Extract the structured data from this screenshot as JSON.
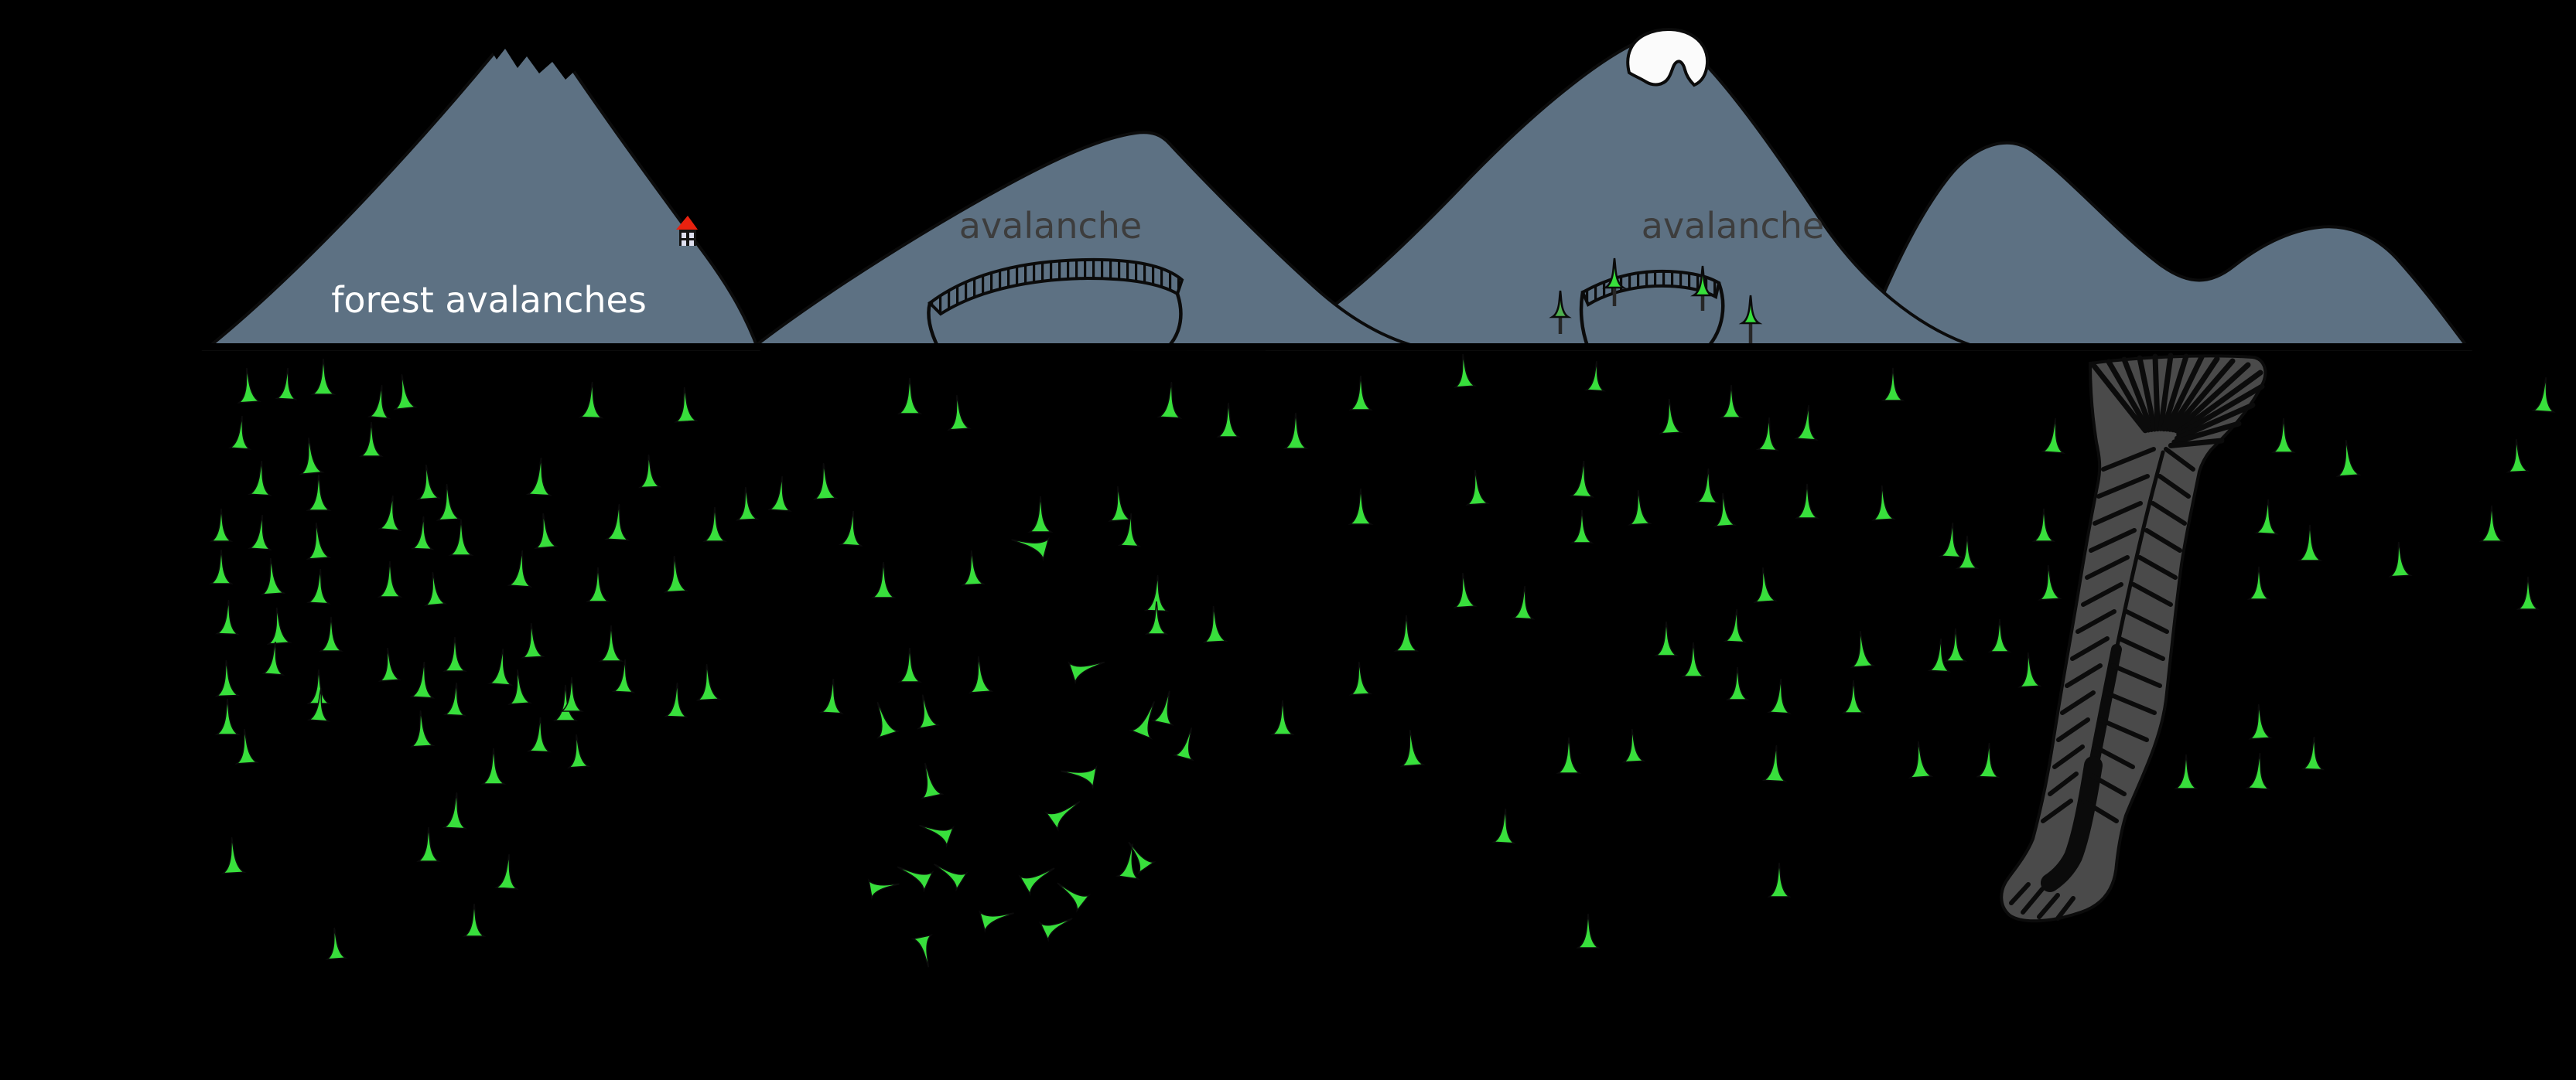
{
  "labels": {
    "forest_avalanches": "forest avalanches",
    "avalanche_left": "avalanche",
    "avalanche_right": "avalanche"
  },
  "colors": {
    "background": "#000000",
    "mountain": "#5d7183",
    "outline": "#0b0b0b",
    "snow": "#fbfbfb",
    "tree": "#38df3c",
    "tree_muted": "#4fb04f",
    "trunk": "#262626",
    "path_fill": "#4a4a4a",
    "label_dark": "#3d3d3d",
    "label_light": "#ffffff",
    "house_roof": "#e8220f",
    "house_body": "#151515",
    "house_window": "#dfe0f0"
  },
  "icons": {
    "tree": "conifer-triangle-icon",
    "fallen_tree": "toppled-conifer-icon",
    "house": "mountain-hut-icon",
    "crown_fracture": "avalanche-crown-icon",
    "avalanche_track": "avalanche-path-icon"
  },
  "forest": {
    "trees": [
      [
        322,
        520,
        44,
        -4
      ],
      [
        370,
        516,
        40,
        3
      ],
      [
        418,
        510,
        46,
        0
      ],
      [
        490,
        540,
        42,
        5
      ],
      [
        524,
        528,
        44,
        -6
      ],
      [
        764,
        540,
        46,
        2
      ],
      [
        887,
        545,
        44,
        -3
      ],
      [
        310,
        580,
        42,
        4
      ],
      [
        480,
        590,
        44,
        0
      ],
      [
        403,
        612,
        46,
        -5
      ],
      [
        336,
        640,
        44,
        3
      ],
      [
        412,
        660,
        46,
        0
      ],
      [
        554,
        645,
        44,
        -4
      ],
      [
        697,
        640,
        48,
        3
      ],
      [
        840,
        630,
        42,
        -2
      ],
      [
        504,
        685,
        44,
        5
      ],
      [
        580,
        672,
        46,
        -3
      ],
      [
        286,
        700,
        42,
        0
      ],
      [
        336,
        710,
        44,
        4
      ],
      [
        412,
        722,
        46,
        -4
      ],
      [
        546,
        710,
        42,
        2
      ],
      [
        596,
        718,
        46,
        0
      ],
      [
        706,
        708,
        44,
        -5
      ],
      [
        798,
        698,
        46,
        3
      ],
      [
        924,
        700,
        44,
        0
      ],
      [
        966,
        672,
        42,
        -3
      ],
      [
        1008,
        660,
        44,
        4
      ],
      [
        286,
        755,
        44,
        0
      ],
      [
        353,
        768,
        46,
        -4
      ],
      [
        412,
        780,
        44,
        3
      ],
      [
        504,
        772,
        46,
        0
      ],
      [
        563,
        782,
        42,
        -5
      ],
      [
        672,
        758,
        46,
        4
      ],
      [
        773,
        778,
        44,
        0
      ],
      [
        874,
        765,
        46,
        -3
      ],
      [
        294,
        820,
        44,
        2
      ],
      [
        361,
        832,
        46,
        -4
      ],
      [
        428,
        842,
        44,
        0
      ],
      [
        353,
        872,
        42,
        4
      ],
      [
        294,
        900,
        46,
        -2
      ],
      [
        412,
        910,
        44,
        0
      ],
      [
        546,
        902,
        46,
        3
      ],
      [
        504,
        880,
        42,
        -4
      ],
      [
        588,
        868,
        44,
        0
      ],
      [
        647,
        885,
        46,
        4
      ],
      [
        689,
        850,
        44,
        -3
      ],
      [
        790,
        855,
        46,
        0
      ],
      [
        806,
        895,
        42,
        3
      ],
      [
        672,
        910,
        44,
        -4
      ],
      [
        731,
        932,
        46,
        0
      ],
      [
        874,
        927,
        44,
        2
      ],
      [
        916,
        905,
        46,
        -3
      ],
      [
        412,
        932,
        42,
        4
      ],
      [
        294,
        950,
        46,
        0
      ],
      [
        319,
        987,
        44,
        -4
      ],
      [
        588,
        925,
        42,
        3
      ],
      [
        739,
        920,
        44,
        0
      ],
      [
        546,
        965,
        46,
        -3
      ],
      [
        697,
        972,
        44,
        2
      ],
      [
        638,
        1014,
        46,
        0
      ],
      [
        748,
        992,
        42,
        -4
      ],
      [
        588,
        1071,
        46,
        3
      ],
      [
        554,
        1114,
        44,
        0
      ],
      [
        302,
        1129,
        46,
        -3
      ],
      [
        655,
        1149,
        44,
        4
      ],
      [
        613,
        1211,
        42,
        0
      ],
      [
        435,
        1240,
        40,
        -4
      ],
      [
        1176,
        535,
        46,
        0
      ],
      [
        1240,
        555,
        44,
        -4
      ],
      [
        1512,
        540,
        46,
        3
      ],
      [
        1588,
        565,
        44,
        0
      ],
      [
        1067,
        645,
        46,
        -3
      ],
      [
        1100,
        705,
        44,
        4
      ],
      [
        1345,
        688,
        46,
        0
      ],
      [
        1448,
        673,
        44,
        -4
      ],
      [
        1460,
        706,
        42,
        3
      ],
      [
        1142,
        773,
        46,
        0
      ],
      [
        1258,
        756,
        44,
        -3
      ],
      [
        1495,
        790,
        46,
        2
      ],
      [
        1176,
        882,
        44,
        0
      ],
      [
        1268,
        895,
        46,
        -4
      ],
      [
        1075,
        922,
        44,
        3
      ],
      [
        1495,
        820,
        42,
        0
      ],
      [
        1571,
        830,
        46,
        -3
      ],
      [
        1352,
        710,
        46,
        -75
      ],
      [
        1386,
        870,
        44,
        72
      ],
      [
        1148,
        950,
        44,
        -18
      ],
      [
        1200,
        940,
        42,
        -10
      ],
      [
        1475,
        950,
        46,
        22
      ],
      [
        1503,
        935,
        42,
        12
      ],
      [
        1530,
        980,
        40,
        15
      ],
      [
        1205,
        1030,
        44,
        -12
      ],
      [
        1415,
        1005,
        44,
        -80
      ],
      [
        1228,
        1082,
        42,
        -70
      ],
      [
        1360,
        1062,
        44,
        55
      ],
      [
        1125,
        1150,
        38,
        80
      ],
      [
        1200,
        1140,
        44,
        -65
      ],
      [
        1243,
        1140,
        42,
        -58
      ],
      [
        1325,
        1145,
        44,
        60
      ],
      [
        1400,
        1168,
        42,
        -52
      ],
      [
        1458,
        1135,
        44,
        8
      ],
      [
        1482,
        1122,
        40,
        -35
      ],
      [
        1270,
        1192,
        42,
        75
      ],
      [
        1350,
        1205,
        40,
        65
      ],
      [
        1192,
        1212,
        40,
        168
      ],
      [
        1759,
        530,
        44,
        0
      ],
      [
        1894,
        500,
        42,
        -4
      ],
      [
        2062,
        505,
        38,
        3
      ],
      [
        2160,
        560,
        44,
        -3
      ],
      [
        2238,
        540,
        42,
        0
      ],
      [
        2335,
        568,
        44,
        4
      ],
      [
        2447,
        518,
        42,
        0
      ],
      [
        2654,
        585,
        44,
        4
      ],
      [
        1675,
        580,
        46,
        0
      ],
      [
        1910,
        652,
        44,
        -4
      ],
      [
        2045,
        642,
        46,
        3
      ],
      [
        2045,
        702,
        42,
        0
      ],
      [
        2120,
        678,
        44,
        -3
      ],
      [
        2207,
        650,
        44,
        2
      ],
      [
        2230,
        680,
        42,
        -4
      ],
      [
        2285,
        582,
        42,
        3
      ],
      [
        2336,
        670,
        44,
        0
      ],
      [
        2435,
        672,
        44,
        -3
      ],
      [
        2642,
        700,
        42,
        0
      ],
      [
        2522,
        720,
        44,
        3
      ],
      [
        2543,
        735,
        42,
        0
      ],
      [
        2282,
        778,
        44,
        -4
      ],
      [
        2243,
        830,
        42,
        3
      ],
      [
        2189,
        875,
        44,
        0
      ],
      [
        2408,
        862,
        46,
        -4
      ],
      [
        2507,
        868,
        42,
        3
      ],
      [
        2528,
        855,
        42,
        0
      ],
      [
        2624,
        888,
        44,
        -3
      ],
      [
        2585,
        843,
        42,
        0
      ],
      [
        2650,
        775,
        44,
        -3
      ],
      [
        2246,
        905,
        42,
        0
      ],
      [
        2300,
        922,
        44,
        3
      ],
      [
        2396,
        922,
        42,
        0
      ],
      [
        1759,
        678,
        46,
        0
      ],
      [
        1894,
        785,
        44,
        -4
      ],
      [
        1969,
        800,
        42,
        3
      ],
      [
        1818,
        842,
        46,
        0
      ],
      [
        1759,
        898,
        42,
        -3
      ],
      [
        2154,
        848,
        44,
        0
      ],
      [
        1658,
        950,
        44,
        0
      ],
      [
        1826,
        990,
        46,
        -4
      ],
      [
        1944,
        1090,
        44,
        3
      ],
      [
        2028,
        1000,
        46,
        0
      ],
      [
        2112,
        985,
        42,
        -3
      ],
      [
        2053,
        1226,
        44,
        0
      ],
      [
        2294,
        1010,
        46,
        3
      ],
      [
        2300,
        1160,
        44,
        0
      ],
      [
        2483,
        1005,
        46,
        -4
      ],
      [
        2570,
        1005,
        44,
        2
      ],
      [
        2952,
        585,
        44,
        0
      ],
      [
        3036,
        615,
        46,
        -4
      ],
      [
        2930,
        690,
        44,
        3
      ],
      [
        2986,
        725,
        46,
        0
      ],
      [
        3103,
        745,
        44,
        -3
      ],
      [
        3221,
        700,
        46,
        0
      ],
      [
        3288,
        532,
        44,
        4
      ],
      [
        2920,
        775,
        42,
        0
      ],
      [
        2922,
        955,
        44,
        -3
      ],
      [
        2826,
        1020,
        44,
        0
      ],
      [
        2919,
        1020,
        46,
        3
      ],
      [
        3255,
        610,
        42,
        -3
      ],
      [
        2990,
        995,
        42,
        2
      ],
      [
        3268,
        788,
        42,
        0
      ]
    ]
  },
  "slope_trees": [
    [
      2017,
      432,
      34,
      22,
      "muted"
    ],
    [
      2087,
      396,
      38,
      24,
      "bright"
    ],
    [
      2201,
      402,
      38,
      20,
      "bright"
    ],
    [
      2263,
      444,
      36,
      26,
      "bright"
    ]
  ]
}
